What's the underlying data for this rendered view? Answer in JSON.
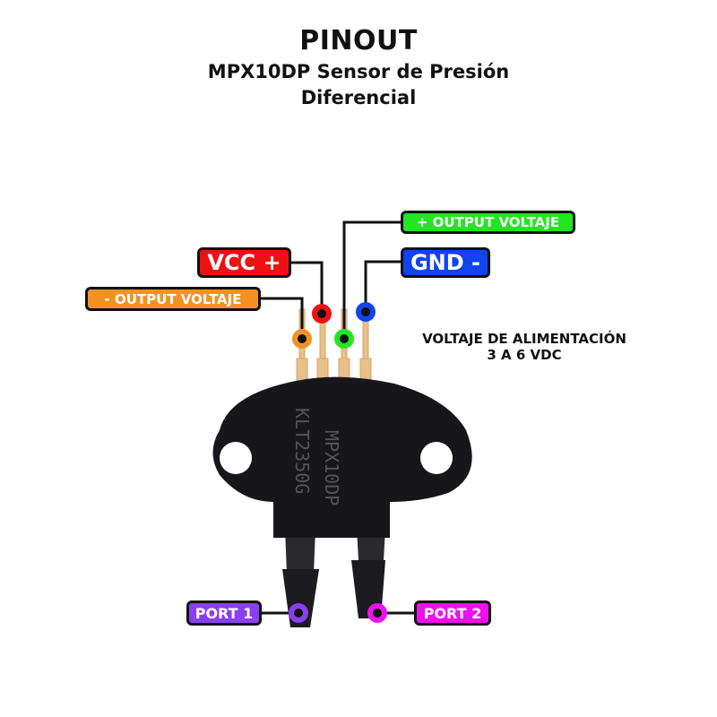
{
  "header": {
    "title": "PINOUT",
    "subtitle_line1": "MPX10DP Sensor de Presión",
    "subtitle_line2": "Diferencial"
  },
  "pins": {
    "output_plus": {
      "label": "+ OUTPUT VOLTAJE",
      "color": "#22e622"
    },
    "vcc": {
      "label": "VCC +",
      "color": "#ee1111"
    },
    "gnd": {
      "label": "GND -",
      "color": "#1144ee"
    },
    "output_minus": {
      "label": "- OUTPUT VOLTAJE",
      "color": "#f39222"
    }
  },
  "ports": {
    "port1": {
      "label": "PORT 1",
      "color": "#8a3ff0"
    },
    "port2": {
      "label": "PORT 2",
      "color": "#ee11ee"
    }
  },
  "supply": {
    "line1": "VOLTAJE DE ALIMENTACIÓN",
    "line2": "3 A 6 VDC"
  },
  "sensor": {
    "marking_line1": "MPX10DP",
    "marking_line2": "KLT2350G"
  }
}
